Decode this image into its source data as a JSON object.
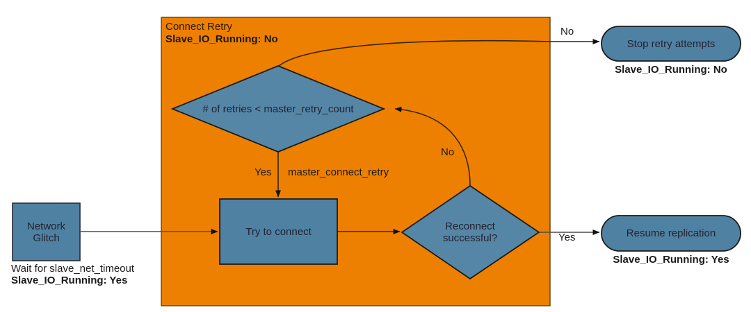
{
  "diagram": {
    "title_group": {
      "name": "Connect Retry",
      "status": "Slave_IO_Running: No"
    },
    "colors": {
      "group_fill": "#ed8000",
      "node_fill": "#4f81a3",
      "node_stroke": "#1b1b1b",
      "edge_stroke": "#4d4d4d",
      "text": "#1f1f2b",
      "page_bg": "#ffffff"
    },
    "nodes": {
      "network_glitch": {
        "label_line1": "Network",
        "label_line2": "Glitch",
        "caption_line1": "Wait for slave_net_timeout",
        "caption_line2": "Slave_IO_Running: Yes"
      },
      "retry_decision": {
        "label": "# of retries < master_retry_count"
      },
      "try_connect": {
        "label": "Try to connect"
      },
      "reconnect_decision": {
        "label_line1": "Reconnect",
        "label_line2": "successful?"
      },
      "stop_retry": {
        "label": "Stop retry attempts",
        "caption": "Slave_IO_Running: No"
      },
      "resume_replication": {
        "label": "Resume replication",
        "caption": "Slave_IO_Running: Yes"
      }
    },
    "edges": {
      "retry_no": {
        "label": "No"
      },
      "retry_yes": {
        "label": "Yes"
      },
      "retry_yes_extra": {
        "label": "master_connect_retry"
      },
      "reconnect_no": {
        "label": "No"
      },
      "reconnect_yes": {
        "label": "Yes"
      }
    }
  }
}
